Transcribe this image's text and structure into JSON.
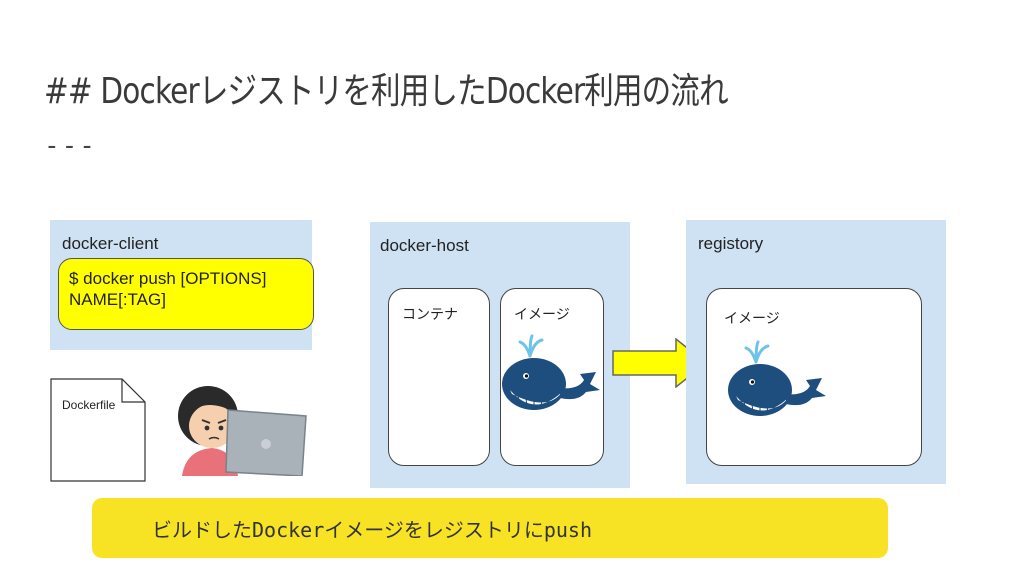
{
  "title": "## Dockerレジストリを利用したDocker利用の流れ",
  "divider": "---",
  "panels": {
    "client": {
      "label": "docker-client",
      "command": "$ docker push [OPTIONS] NAME[:TAG]"
    },
    "host": {
      "label": "docker-host",
      "container_label": "コンテナ",
      "image_label": "イメージ"
    },
    "registry": {
      "label": "registory",
      "image_label": "イメージ"
    }
  },
  "dockerfile_label": "Dockerfile",
  "banner": "ビルドしたDockerイメージをレジストリにpush",
  "icons": [
    "docker-whale-icon",
    "arrow-right-icon",
    "document-icon",
    "person-laptop-icon"
  ],
  "colors": {
    "panel": "#cfe2f3",
    "highlight": "#ffff00",
    "banner": "#f7e324",
    "whale": "#1d4e7e"
  }
}
